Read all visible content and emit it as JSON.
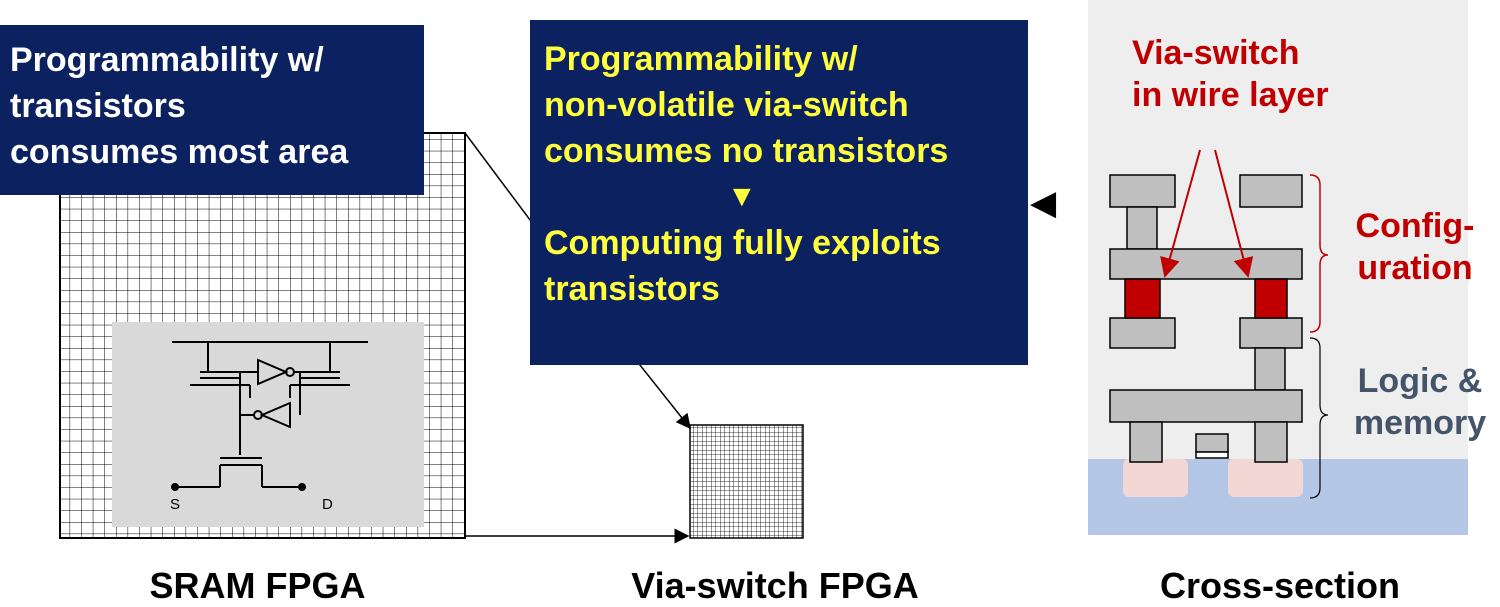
{
  "callout_left": {
    "lines": [
      "Programmability w/",
      "transistors",
      "consumes most area"
    ]
  },
  "callout_mid": {
    "lines_top": [
      "Programmability w/",
      "non-volatile via-switch",
      "consumes no transistors"
    ],
    "arrow": "▼",
    "lines_bottom": [
      "Computing fully exploits",
      "transistors"
    ]
  },
  "pointer_arrow": "◀",
  "cross_section": {
    "via_label": [
      "Via-switch",
      "in wire layer"
    ],
    "config_label": [
      "Config-",
      "uration"
    ],
    "logic_label": [
      "Logic &",
      "memory"
    ]
  },
  "circuit": {
    "source_label": "S",
    "drain_label": "D"
  },
  "captions": {
    "sram": "SRAM FPGA",
    "via": "Via-switch FPGA",
    "cross": "Cross-section"
  },
  "colors": {
    "callout_bg": "#0b2160",
    "callout_highlight_text": "#ffff3c",
    "via_red": "#c00000",
    "logic_gray_blue": "#44546a",
    "metal_gray": "#bfbfbf",
    "substrate_blue": "#b4c7e7",
    "diffusion_pink": "#f2d7d5"
  }
}
